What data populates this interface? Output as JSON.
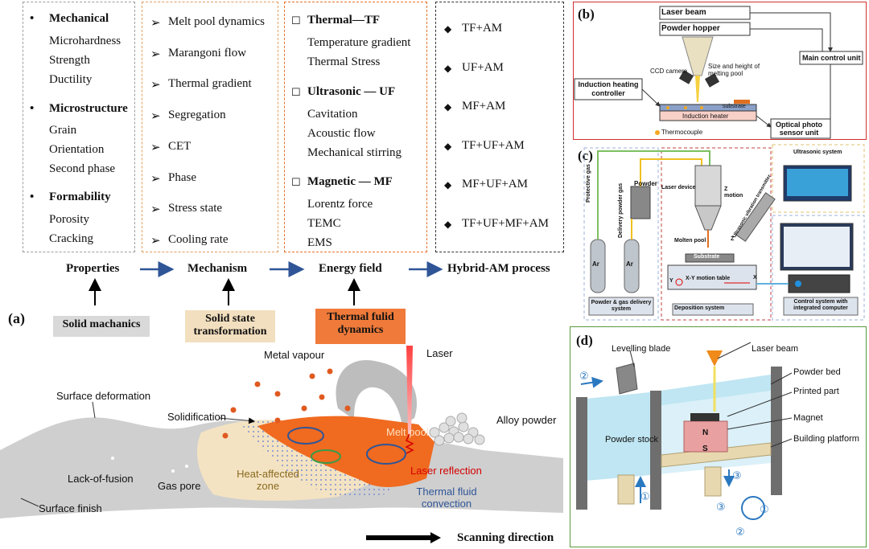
{
  "colors": {
    "panelB_border": "#d32f2f",
    "panelD_border": "#5a9a3c",
    "mechanism_border": "#e0a060",
    "energy_border": "#e8702a",
    "properties_border": "#9e9e9e",
    "arrow_blue": "#2f5597",
    "melt_pool": "#f06a1f",
    "haz": "#f4e3c2",
    "solid_gray": "#cfcfcf"
  },
  "top": {
    "properties": {
      "groups": [
        {
          "title": "Mechanical",
          "items": [
            "Microhardness",
            "Strength",
            "Ductility"
          ]
        },
        {
          "title": "Microstructure",
          "items": [
            "Grain",
            "Orientation",
            "Second phase"
          ]
        },
        {
          "title": "Formability",
          "items": [
            "Porosity",
            "Cracking"
          ]
        }
      ]
    },
    "mechanism": {
      "items": [
        "Melt pool dynamics",
        "Marangoni flow",
        "Thermal gradient",
        "Segregation",
        "CET",
        "Phase",
        "Stress state",
        "Cooling rate"
      ]
    },
    "energy": {
      "groups": [
        {
          "title": "Thermal—TF",
          "items": [
            "Temperature gradient",
            "Thermal Stress"
          ]
        },
        {
          "title": "Ultrasonic — UF",
          "items": [
            "Cavitation",
            "Acoustic flow",
            "Mechanical stirring"
          ]
        },
        {
          "title": "Magnetic — MF",
          "items": [
            "Lorentz force",
            "TEMC",
            "EMS"
          ]
        }
      ]
    },
    "hybrid": {
      "items": [
        "TF+AM",
        "UF+AM",
        "MF+AM",
        "TF+UF+AM",
        "MF+UF+AM",
        "TF+UF+MF+AM"
      ]
    },
    "flow": [
      "Properties",
      "Mechanism",
      "Energy field",
      "Hybrid-AM process"
    ],
    "tags": [
      "Solid machanics",
      "Solid state transformation",
      "Thermal fulid dynamics"
    ]
  },
  "panel_a": {
    "label": "(a)",
    "labels": {
      "metal_vapour": "Metal vapour",
      "laser": "Laser",
      "surface_deformation": "Surface deformation",
      "solidification": "Solidification",
      "melt_pool": "Melt pool",
      "alloy_powder": "Alloy powder",
      "lack_of_fusion": "Lack-of-fusion",
      "gas_pore": "Gas pore",
      "haz": "Heat-affected zone",
      "laser_reflection": "Laser reflection",
      "thermal_fluid": "Thermal fluid convection",
      "surface_finish": "Surface finish",
      "scanning": "Scanning direction"
    }
  },
  "panel_b": {
    "label": "(b)",
    "laser_beam": "Laser beam",
    "powder_hopper": "Powder hopper",
    "main_control": "Main control unit",
    "ccd": "CCD camera",
    "size_height": "Size and height of melting pool",
    "induction_controller": "Induction heating controller",
    "substrate": "substrate",
    "heater": "Induction heater",
    "optical": "Optical photo sensor unit",
    "thermocouple": "Thermocouple"
  },
  "panel_c": {
    "label": "(c)",
    "protective_gas": "Protective gas",
    "delivery_gas": "Delivery powder gas",
    "powder": "Powder",
    "ar": "Ar",
    "powder_system": "Powder & gas delivery system",
    "laser_device": "Laser device",
    "z_motion": "Z motion",
    "molten_pool": "Molten pool",
    "substrate": "Substrate",
    "xy_table": "X-Y motion table",
    "y": "Y",
    "x": "X",
    "z": "Z",
    "deposition": "Deposition system",
    "ultrasonic_system": "Ultrasonic system",
    "transmitter": "Ultrasonic vibration transmitter",
    "control_system": "Control system with integrated computer"
  },
  "panel_d": {
    "label": "(d)",
    "levelling_blade": "Levelling blade",
    "laser_beam": "Laser beam",
    "powder_bed": "Powder bed",
    "printed_part": "Printed part",
    "magnet": "Magnet",
    "building_platform": "Building platform",
    "powder_stock": "Powder stock",
    "n": "N",
    "s": "S",
    "steps": [
      "①",
      "②",
      "③"
    ]
  }
}
